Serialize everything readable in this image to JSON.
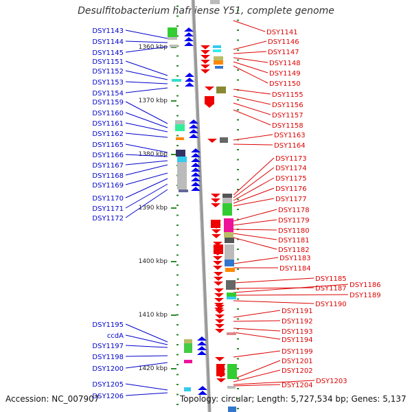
{
  "title": "Desulfitobacterium hafniense Y51, complete genome",
  "footer": {
    "accession": "Accession: NC_007907",
    "topology": "Topology: circular; Length: 5,727,534 bp; Genes: 5,137"
  },
  "colors": {
    "left_label": "#0000cc",
    "right_label": "#dd0000",
    "forward_arrow": "#0000ee",
    "reverse_arrow": "#ee0000",
    "backbone": "#999999"
  },
  "kbp_ticks": [
    "1360 kbp",
    "1370 kbp",
    "1380 kbp",
    "1390 kbp",
    "1400 kbp",
    "1410 kbp",
    "1420 kbp"
  ],
  "left_labels": [
    "DSY1143",
    "DSY1144",
    "DSY1145",
    "DSY1151",
    "DSY1152",
    "DSY1153",
    "DSY1154",
    "DSY1159",
    "DSY1160",
    "DSY1161",
    "DSY1162",
    "DSY1165",
    "DSY1166",
    "DSY1167",
    "DSY1168",
    "DSY1169",
    "DSY1170",
    "DSY1171",
    "DSY1172",
    "DSY1195",
    "ccdA",
    "DSY1197",
    "DSY1198",
    "DSY1200",
    "DSY1205",
    "DSY1206"
  ],
  "right_labels": [
    "DSY1141",
    "DSY1146",
    "DSY1147",
    "DSY1148",
    "DSY1149",
    "DSY1150",
    "DSY1155",
    "DSY1156",
    "DSY1157",
    "DSY1158",
    "DSY1163",
    "DSY1164",
    "DSY1173",
    "DSY1174",
    "DSY1175",
    "DSY1176",
    "DSY1177",
    "DSY1178",
    "DSY1179",
    "DSY1180",
    "DSY1181",
    "DSY1182",
    "DSY1183",
    "DSY1184",
    "DSY1185",
    "DSY1187",
    "DSY1186",
    "DSY1189",
    "DSY1190",
    "DSY1191",
    "DSY1192",
    "DSY1193",
    "DSY1194",
    "DSY1199",
    "DSY1201",
    "DSY1202",
    "DSY1203",
    "DSY1204"
  ]
}
